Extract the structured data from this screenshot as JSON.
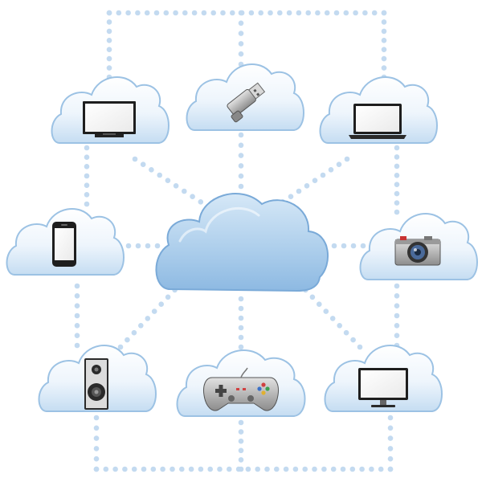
{
  "diagram": {
    "type": "cloud-computing-network",
    "colors": {
      "background": "#ffffff",
      "cloud_fill_top": "#ffffff",
      "cloud_fill_bottom": "#c5ddf2",
      "cloud_stroke": "#9cc2e4",
      "center_cloud_fill_top": "#d6e8f7",
      "center_cloud_fill_bottom": "#8db9e2",
      "center_cloud_stroke": "#7aaad8",
      "dot_color": "#c3daf0"
    },
    "hub": {
      "id": "central-cloud"
    },
    "devices": [
      {
        "id": "tv",
        "icon": "tv-icon"
      },
      {
        "id": "usb",
        "icon": "usb-drive-icon"
      },
      {
        "id": "laptop",
        "icon": "laptop-icon"
      },
      {
        "id": "phone",
        "icon": "smartphone-icon"
      },
      {
        "id": "camera",
        "icon": "camera-icon"
      },
      {
        "id": "speaker",
        "icon": "speaker-icon"
      },
      {
        "id": "gamepad",
        "icon": "gamepad-icon"
      },
      {
        "id": "monitor",
        "icon": "monitor-icon"
      }
    ],
    "connections": [
      [
        "central-cloud",
        "tv"
      ],
      [
        "central-cloud",
        "usb"
      ],
      [
        "central-cloud",
        "laptop"
      ],
      [
        "central-cloud",
        "phone"
      ],
      [
        "central-cloud",
        "camera"
      ],
      [
        "central-cloud",
        "speaker"
      ],
      [
        "central-cloud",
        "gamepad"
      ],
      [
        "central-cloud",
        "monitor"
      ],
      [
        "tv",
        "phone"
      ],
      [
        "phone",
        "speaker"
      ],
      [
        "laptop",
        "camera"
      ],
      [
        "camera",
        "monitor"
      ],
      [
        "tv",
        "usb"
      ],
      [
        "usb",
        "laptop"
      ],
      [
        "speaker",
        "gamepad"
      ],
      [
        "gamepad",
        "monitor"
      ]
    ]
  }
}
